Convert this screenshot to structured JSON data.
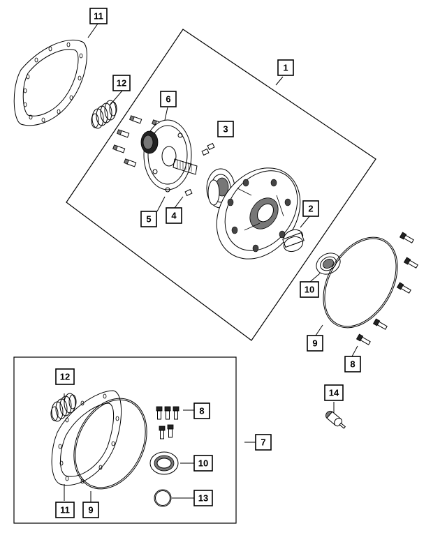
{
  "callouts": {
    "c1": "1",
    "c2": "2",
    "c3": "3",
    "c4": "4",
    "c5": "5",
    "c6": "6",
    "c7": "7",
    "c8a": "8",
    "c8b": "8",
    "c9a": "9",
    "c9b": "9",
    "c10a": "10",
    "c10b": "10",
    "c11a": "11",
    "c11b": "11",
    "c12a": "12",
    "c12b": "12",
    "c13": "13",
    "c14": "14"
  },
  "icons": {
    "gasket": "gasket-icon",
    "spring": "spring-icon",
    "pump-housing": "pump-housing-icon",
    "stator": "stator-icon",
    "gear": "gear-icon",
    "bushing": "bushing-icon",
    "seal": "seal-icon",
    "o-ring": "o-ring-icon",
    "bolt": "bolt-icon",
    "pin": "pin-icon"
  }
}
